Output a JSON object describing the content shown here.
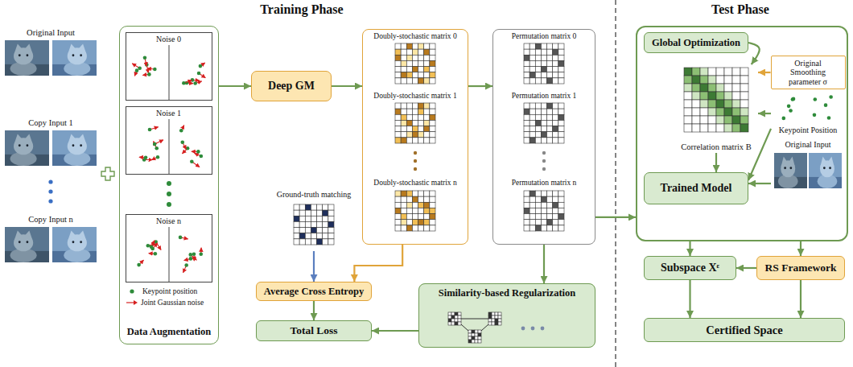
{
  "diagram": {
    "nodes": [
      {
        "text": [
          "Data Augmentation"
        ]
      },
      {
        "text": [
          "Noise 0"
        ],
        "in": 0
      },
      {
        "text": [
          "Noise 1"
        ],
        "in": 0
      },
      {
        "text": [
          "Noise n"
        ],
        "in": 0
      },
      {
        "text": [
          "Deep GM"
        ]
      },
      {
        "text": [
          "Doubly-stochastic matrix 0",
          "Doubly-stochastic matrix 1",
          "Doubly-stochastic matrix n"
        ]
      },
      {
        "text": [
          "Permutation matrix 0",
          "Permutation matrix 1",
          "Permutation matrix n"
        ]
      },
      {
        "text": [
          "Ground-truth matching"
        ]
      },
      {
        "text": [
          "Average Cross Entropy"
        ]
      },
      {
        "text": [
          "Total Loss"
        ]
      },
      {
        "text": [
          "Similarity-based Regularization"
        ]
      },
      {
        "text": []
      },
      {
        "text": [
          "Global Optimization"
        ],
        "in": 11
      },
      {
        "text": [
          "Correlation matrix B"
        ],
        "in": 11
      },
      {
        "text": [
          "Original Smoothing parameter σ"
        ],
        "in": 11
      },
      {
        "text": [
          "Keypoint Position"
        ],
        "in": 11
      },
      {
        "text": [
          "Original Input"
        ],
        "in": 11
      },
      {
        "text": [
          "Trained Model"
        ],
        "in": 11
      },
      {
        "text": [
          "Subspace Xᵋ"
        ]
      },
      {
        "text": [
          "RS Framework"
        ]
      },
      {
        "text": [
          "Certified Space"
        ]
      }
    ],
    "edges": [
      {
        "from": 0,
        "to": 4,
        "arrow": "to"
      },
      {
        "from": 4,
        "to": 5,
        "arrow": "to"
      },
      {
        "from": 5,
        "to": 6,
        "arrow": "to"
      },
      {
        "from": 7,
        "to": 8,
        "arrow": "to"
      },
      {
        "from": 5,
        "to": 8,
        "arrow": "to"
      },
      {
        "from": 8,
        "to": 9,
        "arrow": "to"
      },
      {
        "from": 6,
        "to": 10,
        "arrow": "to"
      },
      {
        "from": 10,
        "to": 9,
        "arrow": "to"
      },
      {
        "from": 6,
        "to": 11,
        "arrow": "to"
      },
      {
        "from": 12,
        "to": 13,
        "arrow": "to"
      },
      {
        "from": 14,
        "to": 13,
        "arrow": "to"
      },
      {
        "from": 15,
        "to": 13,
        "arrow": "to"
      },
      {
        "from": 13,
        "to": 17,
        "arrow": "to"
      },
      {
        "from": 15,
        "to": 17,
        "arrow": "to"
      },
      {
        "from": 16,
        "to": 17,
        "arrow": "to"
      },
      {
        "from": 11,
        "to": 18,
        "arrow": "to"
      },
      {
        "from": 11,
        "to": 19,
        "arrow": "to"
      },
      {
        "from": 19,
        "to": 18,
        "arrow": "to"
      },
      {
        "from": 18,
        "to": 20,
        "arrow": "to"
      },
      {
        "from": 19,
        "to": 20,
        "arrow": "to"
      }
    ],
    "labels": [
      "Training Phase",
      "Test Phase",
      "Original Input",
      "Copy Input 1",
      "Copy Input n"
    ],
    "legend": [
      {
        "text": "Keypoint position"
      },
      {
        "text": "Joint Gaussian noise"
      }
    ]
  }
}
